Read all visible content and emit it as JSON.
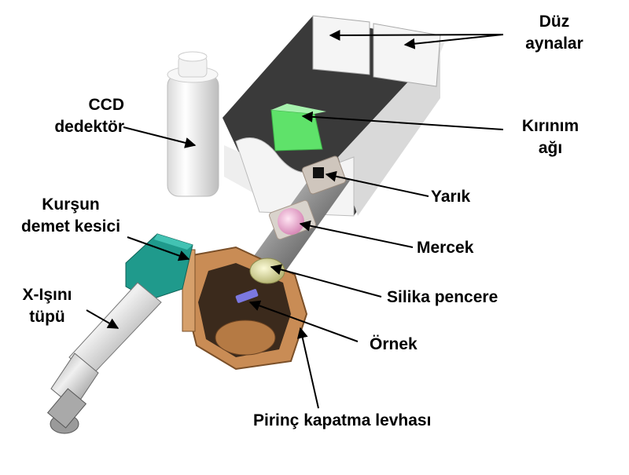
{
  "labels": {
    "duz_aynalar": [
      "Düz",
      "aynalar"
    ],
    "ccd": [
      "CCD",
      "dedektör"
    ],
    "kirinim": [
      "Kırınım",
      "ağı"
    ],
    "yarik": "Yarık",
    "kursun": [
      "Kurşun",
      "demet kesici"
    ],
    "mercek": "Mercek",
    "silika": "Silika pencere",
    "xray": [
      "X-Işını",
      "tüpü"
    ],
    "ornek": "Örnek",
    "pirinc": "Pirinç kapatma levhası"
  },
  "colors": {
    "housing_wall": "#f2f2f2",
    "housing_dark": "#2b2b2b",
    "grating": "#5fe26a",
    "teal_block": "#1f9a8c",
    "brass": "#c98c55",
    "lens": "#e8a4cc",
    "silica": "#d8d79a",
    "sample": "#7b78e0",
    "tube": "#bfbfbf"
  }
}
